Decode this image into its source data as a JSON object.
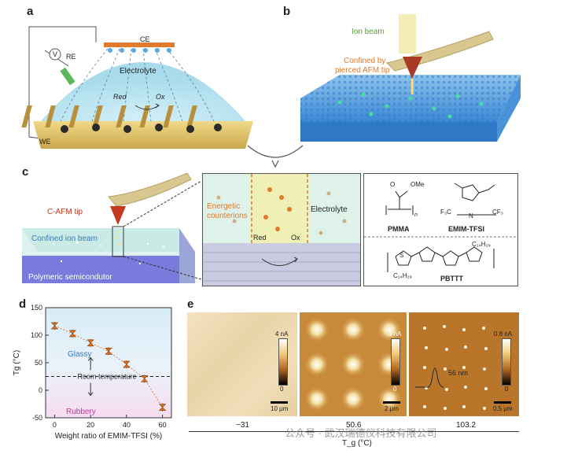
{
  "panels": {
    "a": {
      "letter": "a",
      "ce": "CE",
      "re": "RE",
      "v": "V",
      "electrolyte": "Electrolyte",
      "red": "Red",
      "ox": "Ox",
      "we": "WE"
    },
    "b": {
      "letter": "b",
      "ion_beam": "Ion beam",
      "confined_line1": "Confined by",
      "confined_line2": "pierced AFM tip"
    },
    "c": {
      "letter": "c",
      "cafm_tip": "C-AFM tip",
      "confined_ion_beam": "Confined ion beam",
      "polymeric": "Polymeric semicondutor",
      "energetic_line1": "Energetic",
      "energetic_line2": "counterions",
      "electrolyte": "Electrolyte",
      "red": "Red",
      "ox": "Ox",
      "pmma": "PMMA",
      "emim": "EMIM-TFSI",
      "pbttt": "PBTTT",
      "ome": "OMe",
      "o": "O",
      "n": "n",
      "f3c": "F₃C",
      "cf3": "CF₃",
      "s": "S",
      "nminus": "N",
      "c14": "C₁₄H₂₉"
    },
    "d": {
      "letter": "d",
      "glassy": "Glassy",
      "rubbery": "Rubbery",
      "room_temp": "Room temperature"
    },
    "e": {
      "letter": "e",
      "images": [
        {
          "cbar_top": "4 nA",
          "cbar_bottom": "0",
          "scale": "10 μm",
          "tg": "−31"
        },
        {
          "cbar_top": "1 nA",
          "cbar_bottom": "0",
          "scale": "2 μm",
          "tg": "50.6"
        },
        {
          "cbar_top": "0.8 nA",
          "cbar_bottom": "0",
          "scale": "0.5 μm",
          "tg": "103.2",
          "profile_label": "56 nm"
        }
      ],
      "xlabel": "T_g (°C)"
    },
    "watermark": "公众号 · 武汉瑞德仪科技有限公司"
  },
  "chart_data": {
    "type": "scatter",
    "title": "",
    "xlabel": "Weight ratio of EMIM-TFSI (%)",
    "ylabel": "Tg (°C)",
    "xlim": [
      -5,
      65
    ],
    "ylim": [
      -50,
      150
    ],
    "xticks": [
      0,
      20,
      40,
      60
    ],
    "yticks": [
      -50,
      0,
      50,
      100,
      150
    ],
    "reference_line": {
      "y": 25,
      "label": "Room temperature"
    },
    "grid": false,
    "series": [
      {
        "x": [
          0,
          10,
          20,
          30,
          40,
          50,
          60
        ],
        "y": [
          117,
          103,
          86,
          71,
          47,
          21,
          -31
        ],
        "color": "#d9701f"
      }
    ]
  },
  "colors": {
    "accent_orange": "#e07a2c",
    "glassy_text": "#3a78c4",
    "rubbery_text": "#c03aa0",
    "fit_line": "#d98a55"
  }
}
